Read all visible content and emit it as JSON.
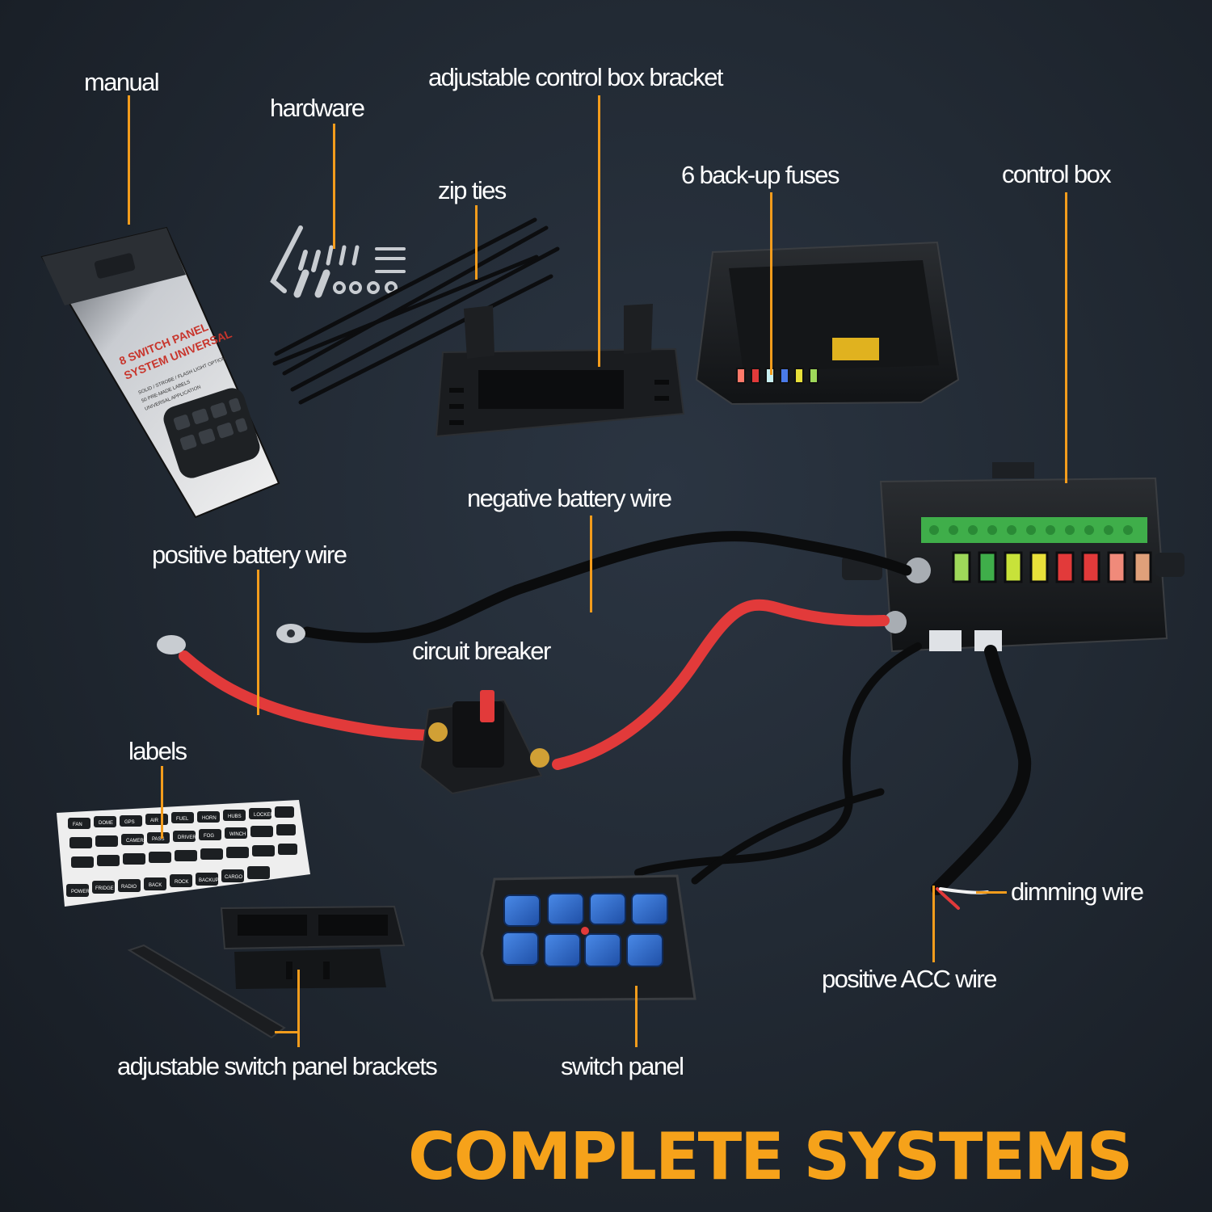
{
  "labels": {
    "manual": "manual",
    "hardware": "hardware",
    "control_box_bracket": "adjustable control box bracket",
    "zip_ties": "zip ties",
    "backup_fuses": "6 back-up fuses",
    "control_box": "control box",
    "negative_battery_wire": "negative battery wire",
    "positive_battery_wire": "positive battery wire",
    "circuit_breaker": "circuit breaker",
    "labels": "labels",
    "dimming_wire": "dimming wire",
    "positive_acc_wire": "positive ACC wire",
    "switch_panel_brackets": "adjustable switch panel brackets",
    "switch_panel": "switch panel"
  },
  "headline": "COMPLETE SYSTEMS",
  "manual_cover": {
    "title_line1": "8 SWITCH PANEL",
    "title_line2": "SYSTEM UNIVERSAL",
    "features": [
      "SOLID / STROBE / FLASH LIGHT OPTION",
      "50 PRE-MADE LABELS",
      "UNIVERSAL APPLICATION"
    ]
  },
  "sticker_labels": [
    "FAN",
    "DOME",
    "GPS",
    "POWER",
    "FRIDGE",
    "RADIO",
    "BACK",
    "ROCK",
    "BACKUP",
    "CARGO",
    "WINCH",
    "AIR",
    "FUEL",
    "HORN",
    "CAMERA",
    "PASS",
    "DRIVER",
    "HUBS",
    "LOCKER",
    "FOG"
  ],
  "colors": {
    "accent": "#f39c1c",
    "headline": "#f6a21a",
    "background": "#222a34",
    "switch_blue": "#2f6fd0",
    "wire_red": "#e23a3a",
    "terminal_green": "#3fae4a"
  }
}
